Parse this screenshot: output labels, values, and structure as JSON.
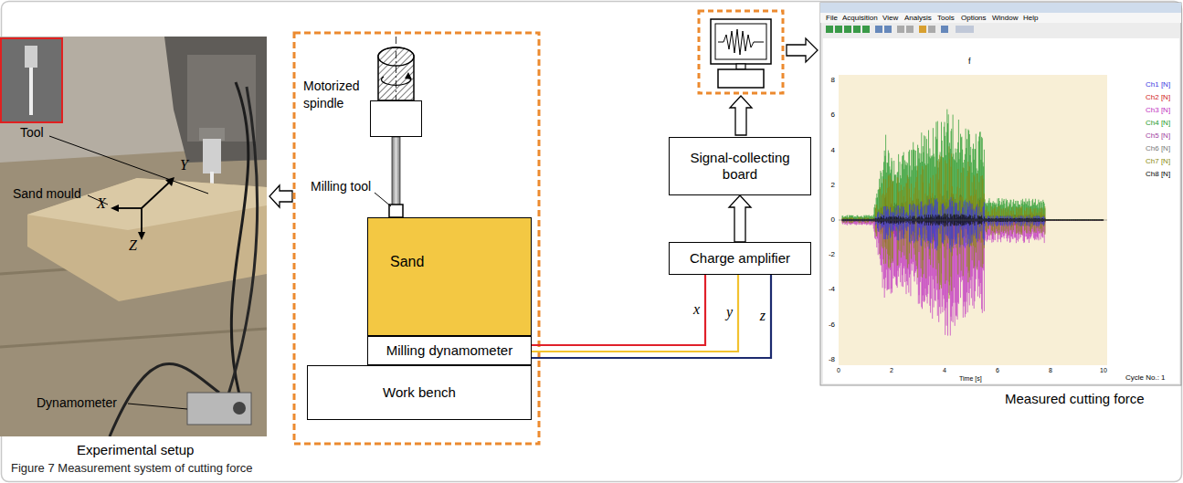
{
  "diagram": {
    "caption": "Figure 7 Measurement system of cutting force",
    "nodes": [
      {
        "text": [
          "Motorized spindle"
        ]
      },
      {
        "text": [
          "Sand"
        ]
      },
      {
        "text": [
          "Milling dynamometer"
        ]
      },
      {
        "text": [
          "Work bench"
        ]
      },
      {
        "text": [
          "Charge amplifier"
        ]
      },
      {
        "text": [
          "Signal-collecting board"
        ]
      }
    ],
    "edges": [
      {
        "from": 2,
        "to": 4,
        "label": "x",
        "arrow": "none"
      },
      {
        "from": 2,
        "to": 4,
        "label": "y",
        "arrow": "none"
      },
      {
        "from": 2,
        "to": 4,
        "label": "z",
        "arrow": "none"
      },
      {
        "from": 4,
        "to": 5,
        "arrow": "to"
      }
    ],
    "labels": [
      "Milling tool",
      "Tool",
      "Sand mould",
      "Dynamometer",
      "X",
      "Y",
      "Z",
      "Experimental setup",
      "Measured cutting force",
      "File",
      "Acquisition",
      "View",
      "Analysis",
      "Tools",
      "Options",
      "Window",
      "Help",
      "f",
      "Ch1 [N]",
      "Ch2 [N]",
      "Ch3 [N]",
      "Ch4 [N]",
      "Ch5 [N]",
      "Ch6 [N]",
      "Ch7 [N]",
      "Ch8 [N]",
      "8",
      "6",
      "4",
      "2",
      "0",
      "-2",
      "-4",
      "-6",
      "-8",
      "0",
      "2",
      "4",
      "6",
      "8",
      "10",
      "Time [s]",
      "Cycle No.: 1"
    ]
  }
}
